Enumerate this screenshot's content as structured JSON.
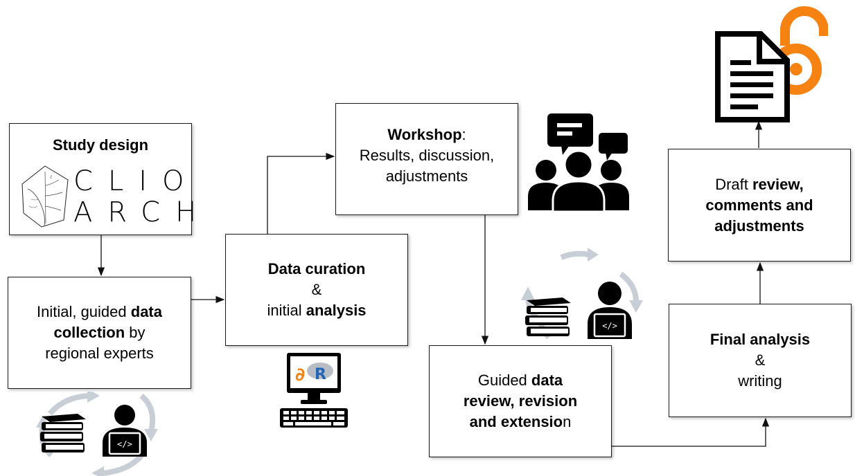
{
  "boxes": {
    "study_design": {
      "title": "Study design",
      "logo_line1": "CLIO",
      "logo_line2": "ARCH"
    },
    "initial_collection": {
      "l1a": "Initial, guided ",
      "l1b": "data",
      "l2a": "collection",
      "l2b": " by",
      "l3": "regional experts"
    },
    "data_curation": {
      "l1": "Data curation",
      "l2": "&",
      "l3a": "initial ",
      "l3b": "analysis"
    },
    "workshop": {
      "l1a": "Workshop",
      "l1b": ":",
      "l2": "Results, discussion,",
      "l3": "adjustments"
    },
    "guided_review": {
      "l1a": "Guided ",
      "l1b": "data",
      "l2": "review, revision",
      "l3a": "and extensio",
      "l3b": "n"
    },
    "final_analysis": {
      "l1": "Final analysis",
      "l2": "&",
      "l3": "writing"
    },
    "draft_review": {
      "l1a": "Draft ",
      "l1b": "review,",
      "l2": "comments and",
      "l3": "adjustments"
    }
  },
  "icons": {
    "openaccess": "open-access-icon",
    "document": "document-icon",
    "meeting": "discussion-group-icon",
    "computer": "computer-r-icon",
    "books": "books-icon",
    "coder": "coder-icon"
  },
  "colors": {
    "openaccess": "#f68212",
    "cycle_arrows": "#c8ced6",
    "r_blue": "#2165b6"
  }
}
